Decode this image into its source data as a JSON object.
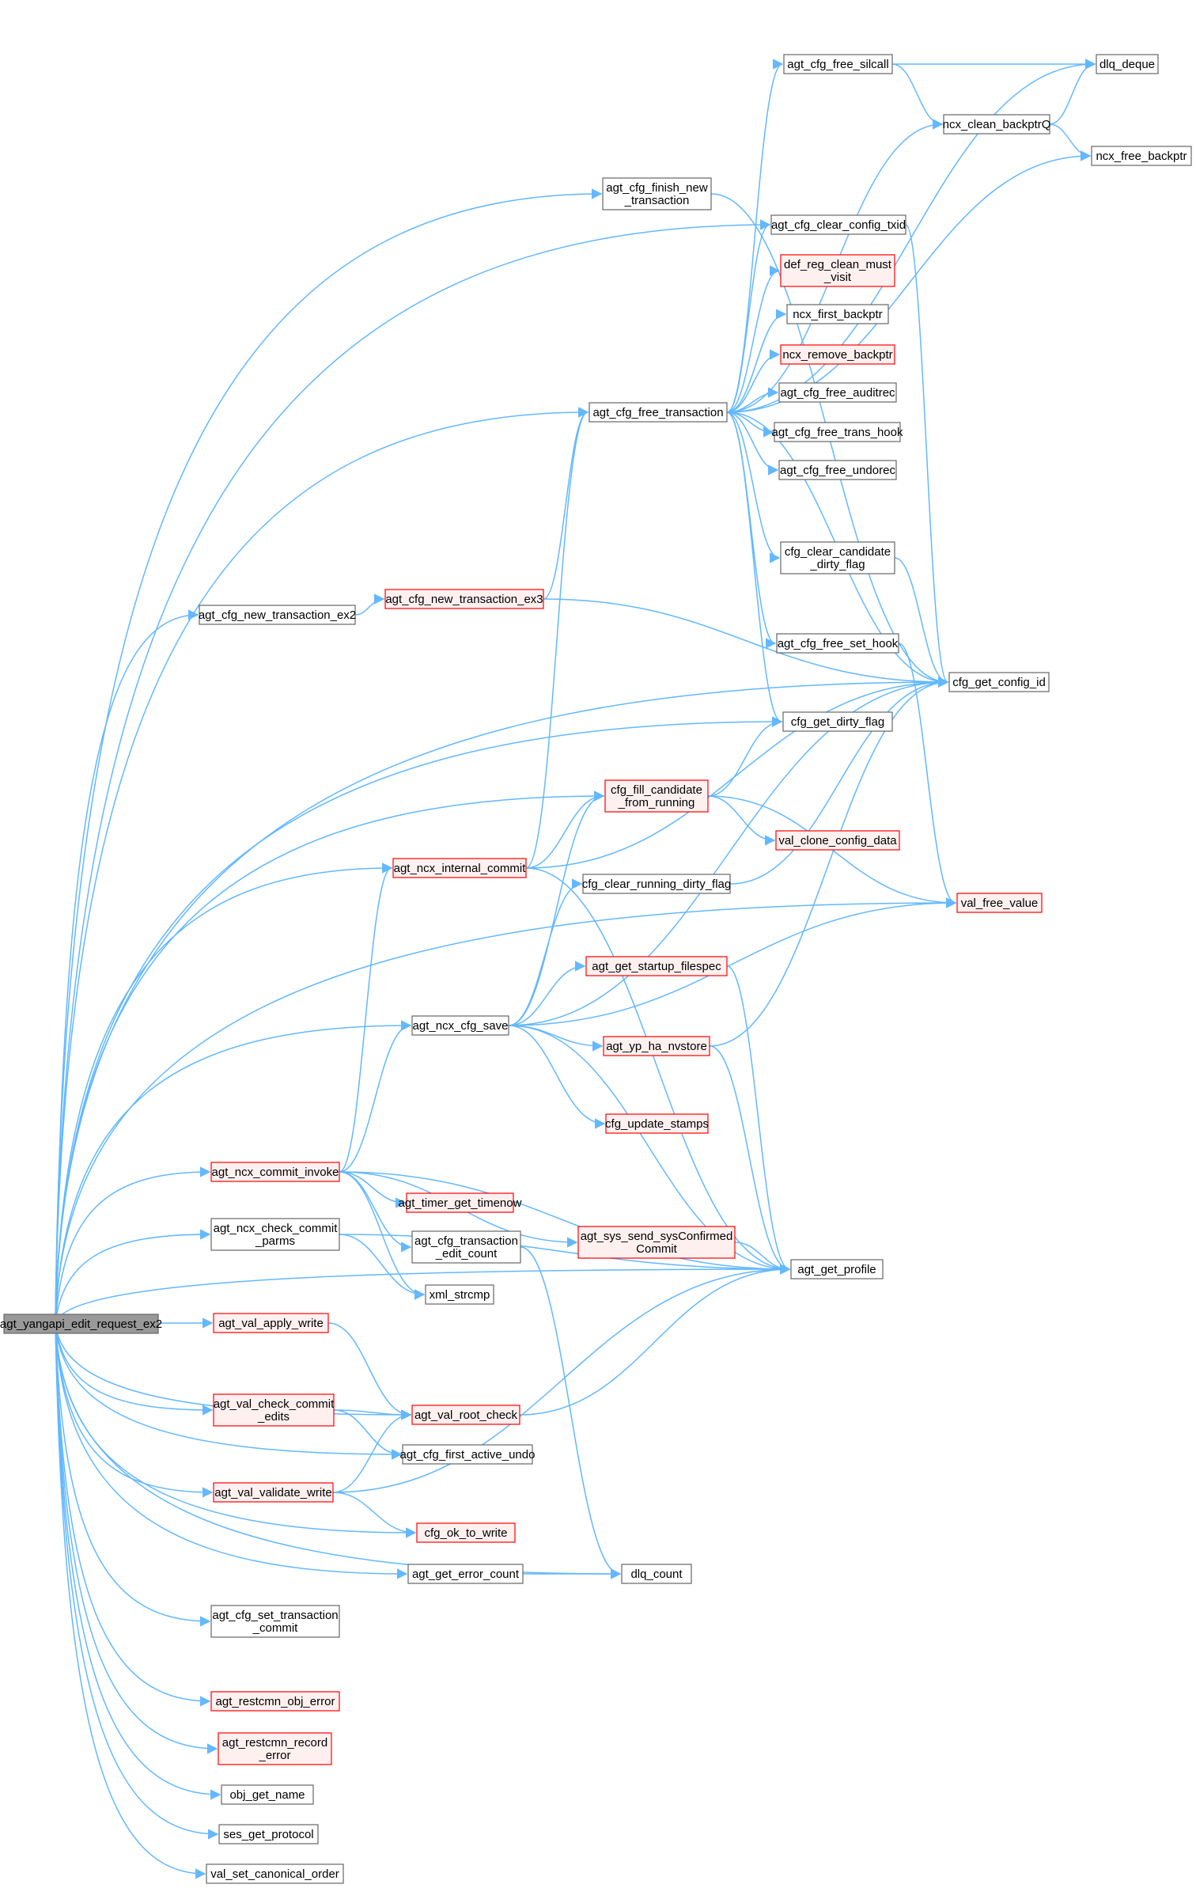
{
  "colors": {
    "edge": "#63b8ff",
    "root_fill": "#999999",
    "root_stroke": "#666666",
    "normal_fill": "#ffffff",
    "normal_stroke": "#666666",
    "undoc_fill": "#fff0f0",
    "undoc_stroke": "#ff0000"
  },
  "nodes": [
    {
      "id": "root",
      "lines": [
        "agt_yangapi_edit_request_ex2"
      ],
      "style": "root"
    },
    {
      "id": "finish_new",
      "lines": [
        "agt_cfg_finish_new",
        "_transaction"
      ],
      "style": "normal"
    },
    {
      "id": "free_silcall",
      "lines": [
        "agt_cfg_free_silcall"
      ],
      "style": "normal"
    },
    {
      "id": "dlq_deque",
      "lines": [
        "dlq_deque"
      ],
      "style": "normal"
    },
    {
      "id": "ncx_clean_backptrQ",
      "lines": [
        "ncx_clean_backptrQ"
      ],
      "style": "normal"
    },
    {
      "id": "ncx_free_backptr",
      "lines": [
        "ncx_free_backptr"
      ],
      "style": "normal"
    },
    {
      "id": "clear_config_txid",
      "lines": [
        "agt_cfg_clear_config_txid"
      ],
      "style": "normal"
    },
    {
      "id": "def_reg_clean",
      "lines": [
        "def_reg_clean_must",
        "_visit"
      ],
      "style": "red"
    },
    {
      "id": "ncx_first_backptr",
      "lines": [
        "ncx_first_backptr"
      ],
      "style": "normal"
    },
    {
      "id": "ncx_remove_backptr",
      "lines": [
        "ncx_remove_backptr"
      ],
      "style": "red"
    },
    {
      "id": "free_auditrec",
      "lines": [
        "agt_cfg_free_auditrec"
      ],
      "style": "normal"
    },
    {
      "id": "free_transaction",
      "lines": [
        "agt_cfg_free_transaction"
      ],
      "style": "normal"
    },
    {
      "id": "free_trans_hook",
      "lines": [
        "agt_cfg_free_trans_hook"
      ],
      "style": "normal"
    },
    {
      "id": "free_undorec",
      "lines": [
        "agt_cfg_free_undorec"
      ],
      "style": "normal"
    },
    {
      "id": "clear_candidate",
      "lines": [
        "cfg_clear_candidate",
        "_dirty_flag"
      ],
      "style": "normal"
    },
    {
      "id": "new_ex2",
      "lines": [
        "agt_cfg_new_transaction_ex2"
      ],
      "style": "normal"
    },
    {
      "id": "new_ex3",
      "lines": [
        "agt_cfg_new_transaction_ex3"
      ],
      "style": "red"
    },
    {
      "id": "free_set_hook",
      "lines": [
        "agt_cfg_free_set_hook"
      ],
      "style": "normal"
    },
    {
      "id": "cfg_get_config_id",
      "lines": [
        "cfg_get_config_id"
      ],
      "style": "normal"
    },
    {
      "id": "cfg_get_dirty_flag",
      "lines": [
        "cfg_get_dirty_flag"
      ],
      "style": "normal"
    },
    {
      "id": "fill_candidate",
      "lines": [
        "cfg_fill_candidate",
        "_from_running"
      ],
      "style": "red"
    },
    {
      "id": "val_clone_config",
      "lines": [
        "val_clone_config_data"
      ],
      "style": "red"
    },
    {
      "id": "ncx_internal_commit",
      "lines": [
        "agt_ncx_internal_commit"
      ],
      "style": "red"
    },
    {
      "id": "clear_running",
      "lines": [
        "cfg_clear_running_dirty_flag"
      ],
      "style": "normal"
    },
    {
      "id": "val_free_value",
      "lines": [
        "val_free_value"
      ],
      "style": "red"
    },
    {
      "id": "startup_filespec",
      "lines": [
        "agt_get_startup_filespec"
      ],
      "style": "red"
    },
    {
      "id": "ncx_cfg_save",
      "lines": [
        "agt_ncx_cfg_save"
      ],
      "style": "normal"
    },
    {
      "id": "yp_ha_nvstore",
      "lines": [
        "agt_yp_ha_nvstore"
      ],
      "style": "red"
    },
    {
      "id": "update_stamps",
      "lines": [
        "cfg_update_stamps"
      ],
      "style": "red"
    },
    {
      "id": "commit_invoke",
      "lines": [
        "agt_ncx_commit_invoke"
      ],
      "style": "red"
    },
    {
      "id": "timer_timenow",
      "lines": [
        "agt_timer_get_timenow"
      ],
      "style": "red"
    },
    {
      "id": "check_commit_parms",
      "lines": [
        "agt_ncx_check_commit",
        "_parms"
      ],
      "style": "normal"
    },
    {
      "id": "trans_edit_count",
      "lines": [
        "agt_cfg_transaction",
        "_edit_count"
      ],
      "style": "normal"
    },
    {
      "id": "sys_send",
      "lines": [
        "agt_sys_send_sysConfirmed",
        "Commit"
      ],
      "style": "red"
    },
    {
      "id": "get_profile",
      "lines": [
        "agt_get_profile"
      ],
      "style": "normal"
    },
    {
      "id": "xml_strcmp",
      "lines": [
        "xml_strcmp"
      ],
      "style": "normal"
    },
    {
      "id": "val_apply_write",
      "lines": [
        "agt_val_apply_write"
      ],
      "style": "red"
    },
    {
      "id": "val_check_commit",
      "lines": [
        "agt_val_check_commit",
        "_edits"
      ],
      "style": "red"
    },
    {
      "id": "val_root_check",
      "lines": [
        "agt_val_root_check"
      ],
      "style": "red"
    },
    {
      "id": "first_active_undo",
      "lines": [
        "agt_cfg_first_active_undo"
      ],
      "style": "normal"
    },
    {
      "id": "val_validate_write",
      "lines": [
        "agt_val_validate_write"
      ],
      "style": "red"
    },
    {
      "id": "cfg_ok_to_write",
      "lines": [
        "cfg_ok_to_write"
      ],
      "style": "red"
    },
    {
      "id": "get_error_count",
      "lines": [
        "agt_get_error_count"
      ],
      "style": "normal"
    },
    {
      "id": "dlq_count",
      "lines": [
        "dlq_count"
      ],
      "style": "normal"
    },
    {
      "id": "set_trans_commit",
      "lines": [
        "agt_cfg_set_transaction",
        "_commit"
      ],
      "style": "normal"
    },
    {
      "id": "restcmn_obj_error",
      "lines": [
        "agt_restcmn_obj_error"
      ],
      "style": "red"
    },
    {
      "id": "restcmn_record",
      "lines": [
        "agt_restcmn_record",
        "_error"
      ],
      "style": "red"
    },
    {
      "id": "obj_get_name",
      "lines": [
        "obj_get_name"
      ],
      "style": "normal"
    },
    {
      "id": "ses_get_protocol",
      "lines": [
        "ses_get_protocol"
      ],
      "style": "normal"
    },
    {
      "id": "val_set_canonical",
      "lines": [
        "val_set_canonical_order"
      ],
      "style": "normal"
    }
  ],
  "edges": [
    [
      "root",
      "finish_new"
    ],
    [
      "root",
      "clear_config_txid"
    ],
    [
      "root",
      "free_transaction"
    ],
    [
      "root",
      "new_ex2"
    ],
    [
      "root",
      "cfg_get_config_id"
    ],
    [
      "root",
      "cfg_get_dirty_flag"
    ],
    [
      "root",
      "fill_candidate"
    ],
    [
      "root",
      "ncx_internal_commit"
    ],
    [
      "root",
      "ncx_cfg_save"
    ],
    [
      "root",
      "val_free_value"
    ],
    [
      "root",
      "commit_invoke"
    ],
    [
      "root",
      "check_commit_parms"
    ],
    [
      "root",
      "get_profile"
    ],
    [
      "root",
      "val_apply_write"
    ],
    [
      "root",
      "val_check_commit"
    ],
    [
      "root",
      "val_root_check"
    ],
    [
      "root",
      "first_active_undo"
    ],
    [
      "root",
      "val_validate_write"
    ],
    [
      "root",
      "cfg_ok_to_write"
    ],
    [
      "root",
      "get_error_count"
    ],
    [
      "root",
      "dlq_count"
    ],
    [
      "root",
      "set_trans_commit"
    ],
    [
      "root",
      "restcmn_obj_error"
    ],
    [
      "root",
      "restcmn_record"
    ],
    [
      "root",
      "obj_get_name"
    ],
    [
      "root",
      "ses_get_protocol"
    ],
    [
      "root",
      "val_set_canonical"
    ],
    [
      "finish_new",
      "cfg_get_config_id"
    ],
    [
      "free_silcall",
      "dlq_deque"
    ],
    [
      "free_silcall",
      "ncx_clean_backptrQ"
    ],
    [
      "ncx_clean_backptrQ",
      "dlq_deque"
    ],
    [
      "ncx_clean_backptrQ",
      "ncx_free_backptr"
    ],
    [
      "clear_config_txid",
      "cfg_get_config_id"
    ],
    [
      "free_transaction",
      "dlq_deque"
    ],
    [
      "free_transaction",
      "free_silcall"
    ],
    [
      "free_transaction",
      "ncx_clean_backptrQ"
    ],
    [
      "free_transaction",
      "ncx_free_backptr"
    ],
    [
      "free_transaction",
      "clear_config_txid"
    ],
    [
      "free_transaction",
      "def_reg_clean"
    ],
    [
      "free_transaction",
      "ncx_first_backptr"
    ],
    [
      "free_transaction",
      "ncx_remove_backptr"
    ],
    [
      "free_transaction",
      "free_auditrec"
    ],
    [
      "free_transaction",
      "free_trans_hook"
    ],
    [
      "free_transaction",
      "free_undorec"
    ],
    [
      "free_transaction",
      "clear_candidate"
    ],
    [
      "free_transaction",
      "free_set_hook"
    ],
    [
      "free_transaction",
      "cfg_get_config_id"
    ],
    [
      "free_transaction",
      "cfg_get_dirty_flag"
    ],
    [
      "clear_candidate",
      "cfg_get_config_id"
    ],
    [
      "new_ex2",
      "new_ex3"
    ],
    [
      "new_ex3",
      "free_transaction"
    ],
    [
      "new_ex3",
      "cfg_get_config_id"
    ],
    [
      "free_set_hook",
      "val_free_value"
    ],
    [
      "fill_candidate",
      "cfg_get_dirty_flag"
    ],
    [
      "fill_candidate",
      "val_clone_config"
    ],
    [
      "fill_candidate",
      "val_free_value"
    ],
    [
      "ncx_internal_commit",
      "free_transaction"
    ],
    [
      "ncx_internal_commit",
      "cfg_get_config_id"
    ],
    [
      "ncx_internal_commit",
      "fill_candidate"
    ],
    [
      "ncx_internal_commit",
      "get_profile"
    ],
    [
      "clear_running",
      "cfg_get_config_id"
    ],
    [
      "startup_filespec",
      "get_profile"
    ],
    [
      "ncx_cfg_save",
      "fill_candidate"
    ],
    [
      "ncx_cfg_save",
      "clear_running"
    ],
    [
      "ncx_cfg_save",
      "cfg_get_config_id"
    ],
    [
      "ncx_cfg_save",
      "startup_filespec"
    ],
    [
      "ncx_cfg_save",
      "val_free_value"
    ],
    [
      "ncx_cfg_save",
      "yp_ha_nvstore"
    ],
    [
      "ncx_cfg_save",
      "update_stamps"
    ],
    [
      "ncx_cfg_save",
      "get_profile"
    ],
    [
      "yp_ha_nvstore",
      "cfg_get_config_id"
    ],
    [
      "yp_ha_nvstore",
      "get_profile"
    ],
    [
      "commit_invoke",
      "ncx_internal_commit"
    ],
    [
      "commit_invoke",
      "ncx_cfg_save"
    ],
    [
      "commit_invoke",
      "timer_timenow"
    ],
    [
      "commit_invoke",
      "trans_edit_count"
    ],
    [
      "commit_invoke",
      "sys_send"
    ],
    [
      "commit_invoke",
      "get_profile"
    ],
    [
      "commit_invoke",
      "xml_strcmp"
    ],
    [
      "check_commit_parms",
      "get_profile"
    ],
    [
      "check_commit_parms",
      "xml_strcmp"
    ],
    [
      "trans_edit_count",
      "dlq_count"
    ],
    [
      "sys_send",
      "get_profile"
    ],
    [
      "val_apply_write",
      "val_root_check"
    ],
    [
      "val_check_commit",
      "val_root_check"
    ],
    [
      "val_check_commit",
      "first_active_undo"
    ],
    [
      "val_root_check",
      "get_profile"
    ],
    [
      "val_validate_write",
      "val_root_check"
    ],
    [
      "val_validate_write",
      "cfg_ok_to_write"
    ],
    [
      "val_validate_write",
      "get_profile"
    ],
    [
      "get_error_count",
      "dlq_count"
    ]
  ]
}
